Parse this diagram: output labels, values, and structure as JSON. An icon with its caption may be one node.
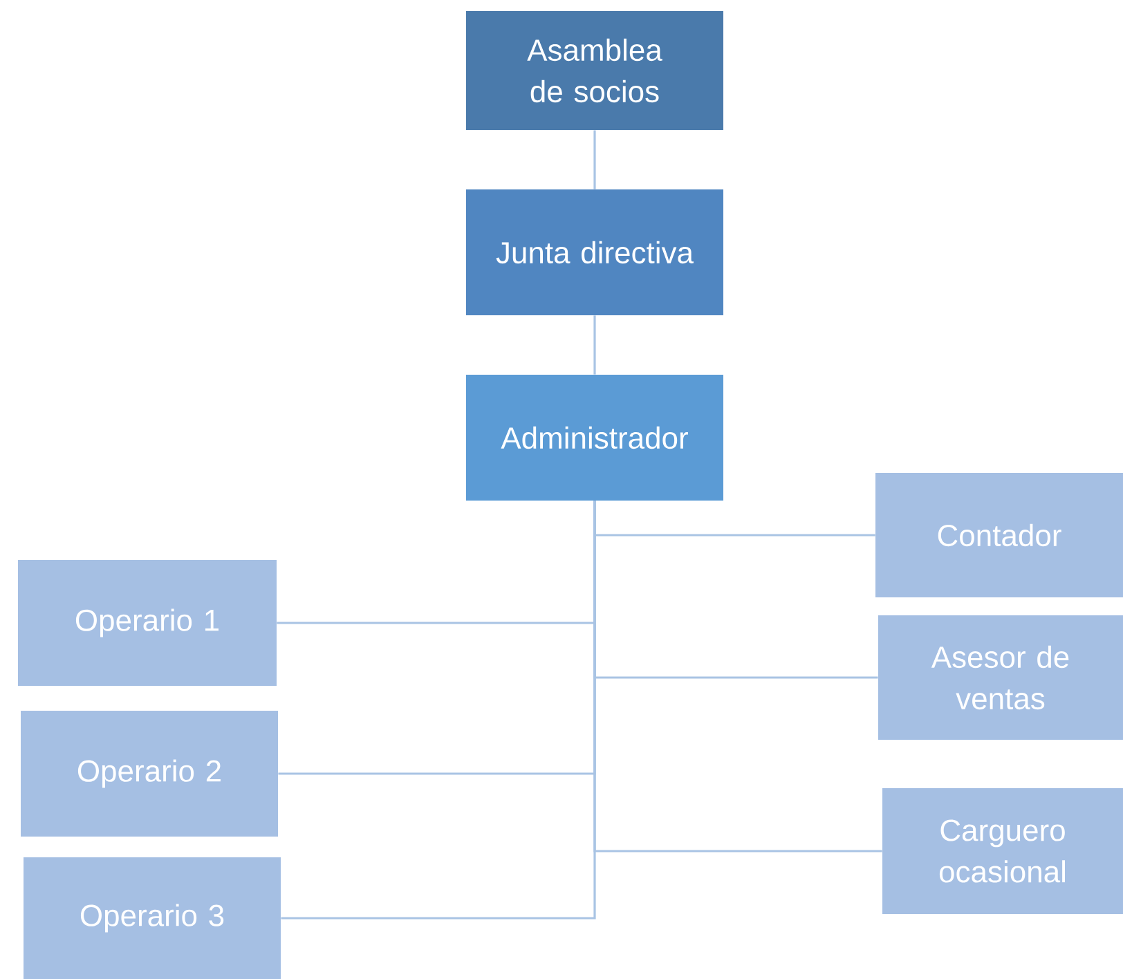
{
  "diagram": {
    "nodes": [
      {
        "text": [
          "Asamblea de socios"
        ]
      },
      {
        "text": [
          "Junta directiva"
        ]
      },
      {
        "text": [
          "Administrador"
        ]
      },
      {
        "text": [
          "Contador"
        ]
      },
      {
        "text": [
          "Operario 1"
        ]
      },
      {
        "text": [
          "Asesor de ventas"
        ]
      },
      {
        "text": [
          "Operario 2"
        ]
      },
      {
        "text": [
          "Carguero ocasional"
        ]
      },
      {
        "text": [
          "Operario 3"
        ]
      }
    ],
    "edges": [
      {
        "from": 0,
        "to": 1,
        "arrow": "none"
      },
      {
        "from": 1,
        "to": 2,
        "arrow": "none"
      },
      {
        "from": 2,
        "to": 3,
        "arrow": "none"
      },
      {
        "from": 2,
        "to": 4,
        "arrow": "none"
      },
      {
        "from": 2,
        "to": 5,
        "arrow": "none"
      },
      {
        "from": 2,
        "to": 6,
        "arrow": "none"
      },
      {
        "from": 2,
        "to": 7,
        "arrow": "none"
      },
      {
        "from": 2,
        "to": 8,
        "arrow": "none"
      }
    ]
  }
}
